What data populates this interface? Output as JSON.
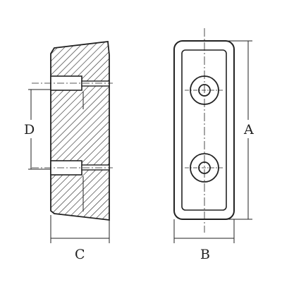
{
  "dimension_labels": {
    "a": "A",
    "b": "B",
    "c": "C",
    "d": "D"
  },
  "colors": {
    "line": "#222222",
    "background": "#ffffff"
  }
}
